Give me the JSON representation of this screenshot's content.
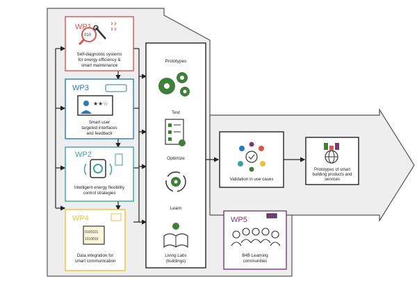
{
  "work_packages": {
    "wp1": {
      "code": "WP1",
      "line1": "Self-diagnostic systems",
      "line2": "for energy efficiency &",
      "line3": "smart maintenance",
      "color": "#d9534f",
      "icon_text": "010"
    },
    "wp3": {
      "code": "WP3",
      "line1": "Smart user",
      "line2": "targeted interfaces",
      "line3": "and feedback",
      "color": "#2a7ab8",
      "icon_text": "★★☆"
    },
    "wp2": {
      "code": "WP2",
      "line1": "Intelligent energy flexibility",
      "line2": "control strategies",
      "color": "#3aa3a0"
    },
    "wp4": {
      "code": "WP4",
      "line1": "Data integration for",
      "line2": "smart communication",
      "color": "#e8c23a",
      "icon_text1": "0100101",
      "icon_text2": "1010010"
    },
    "wp5": {
      "code": "WP5",
      "line1": "B4B Learning",
      "line2": "communities",
      "color": "#7a3a78"
    }
  },
  "process": {
    "prototypes": "Prototypes",
    "test": "Test",
    "optimize": "Optimize",
    "learn": "Learn",
    "living_labs_line1": "Living Labs",
    "living_labs_line2": "(buildings)"
  },
  "validation": {
    "label": "Validation in use cases"
  },
  "outcome": {
    "line1": "Prototypes of smart",
    "line2": "building products and",
    "line3": "services"
  },
  "colors": {
    "gear_green": "#3f7f3a",
    "panel_gray": "#eeeeee",
    "outline": "#555555"
  }
}
